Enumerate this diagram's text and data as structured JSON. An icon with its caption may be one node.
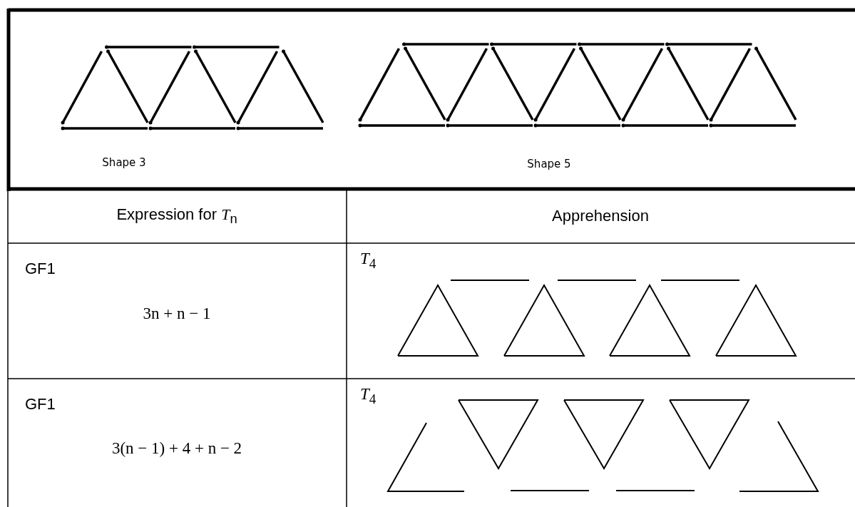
{
  "diagram": {
    "labels": [
      "Shape 3",
      "Shape 5",
      "Expression for *T*$_{n}$",
      "Apprehension",
      "GF1",
      "3n + n − 1",
      "*T*$_{4}$",
      "GF1",
      "3(n − 1) + 4 + n − 2",
      "*T*$_{4}$"
    ]
  }
}
